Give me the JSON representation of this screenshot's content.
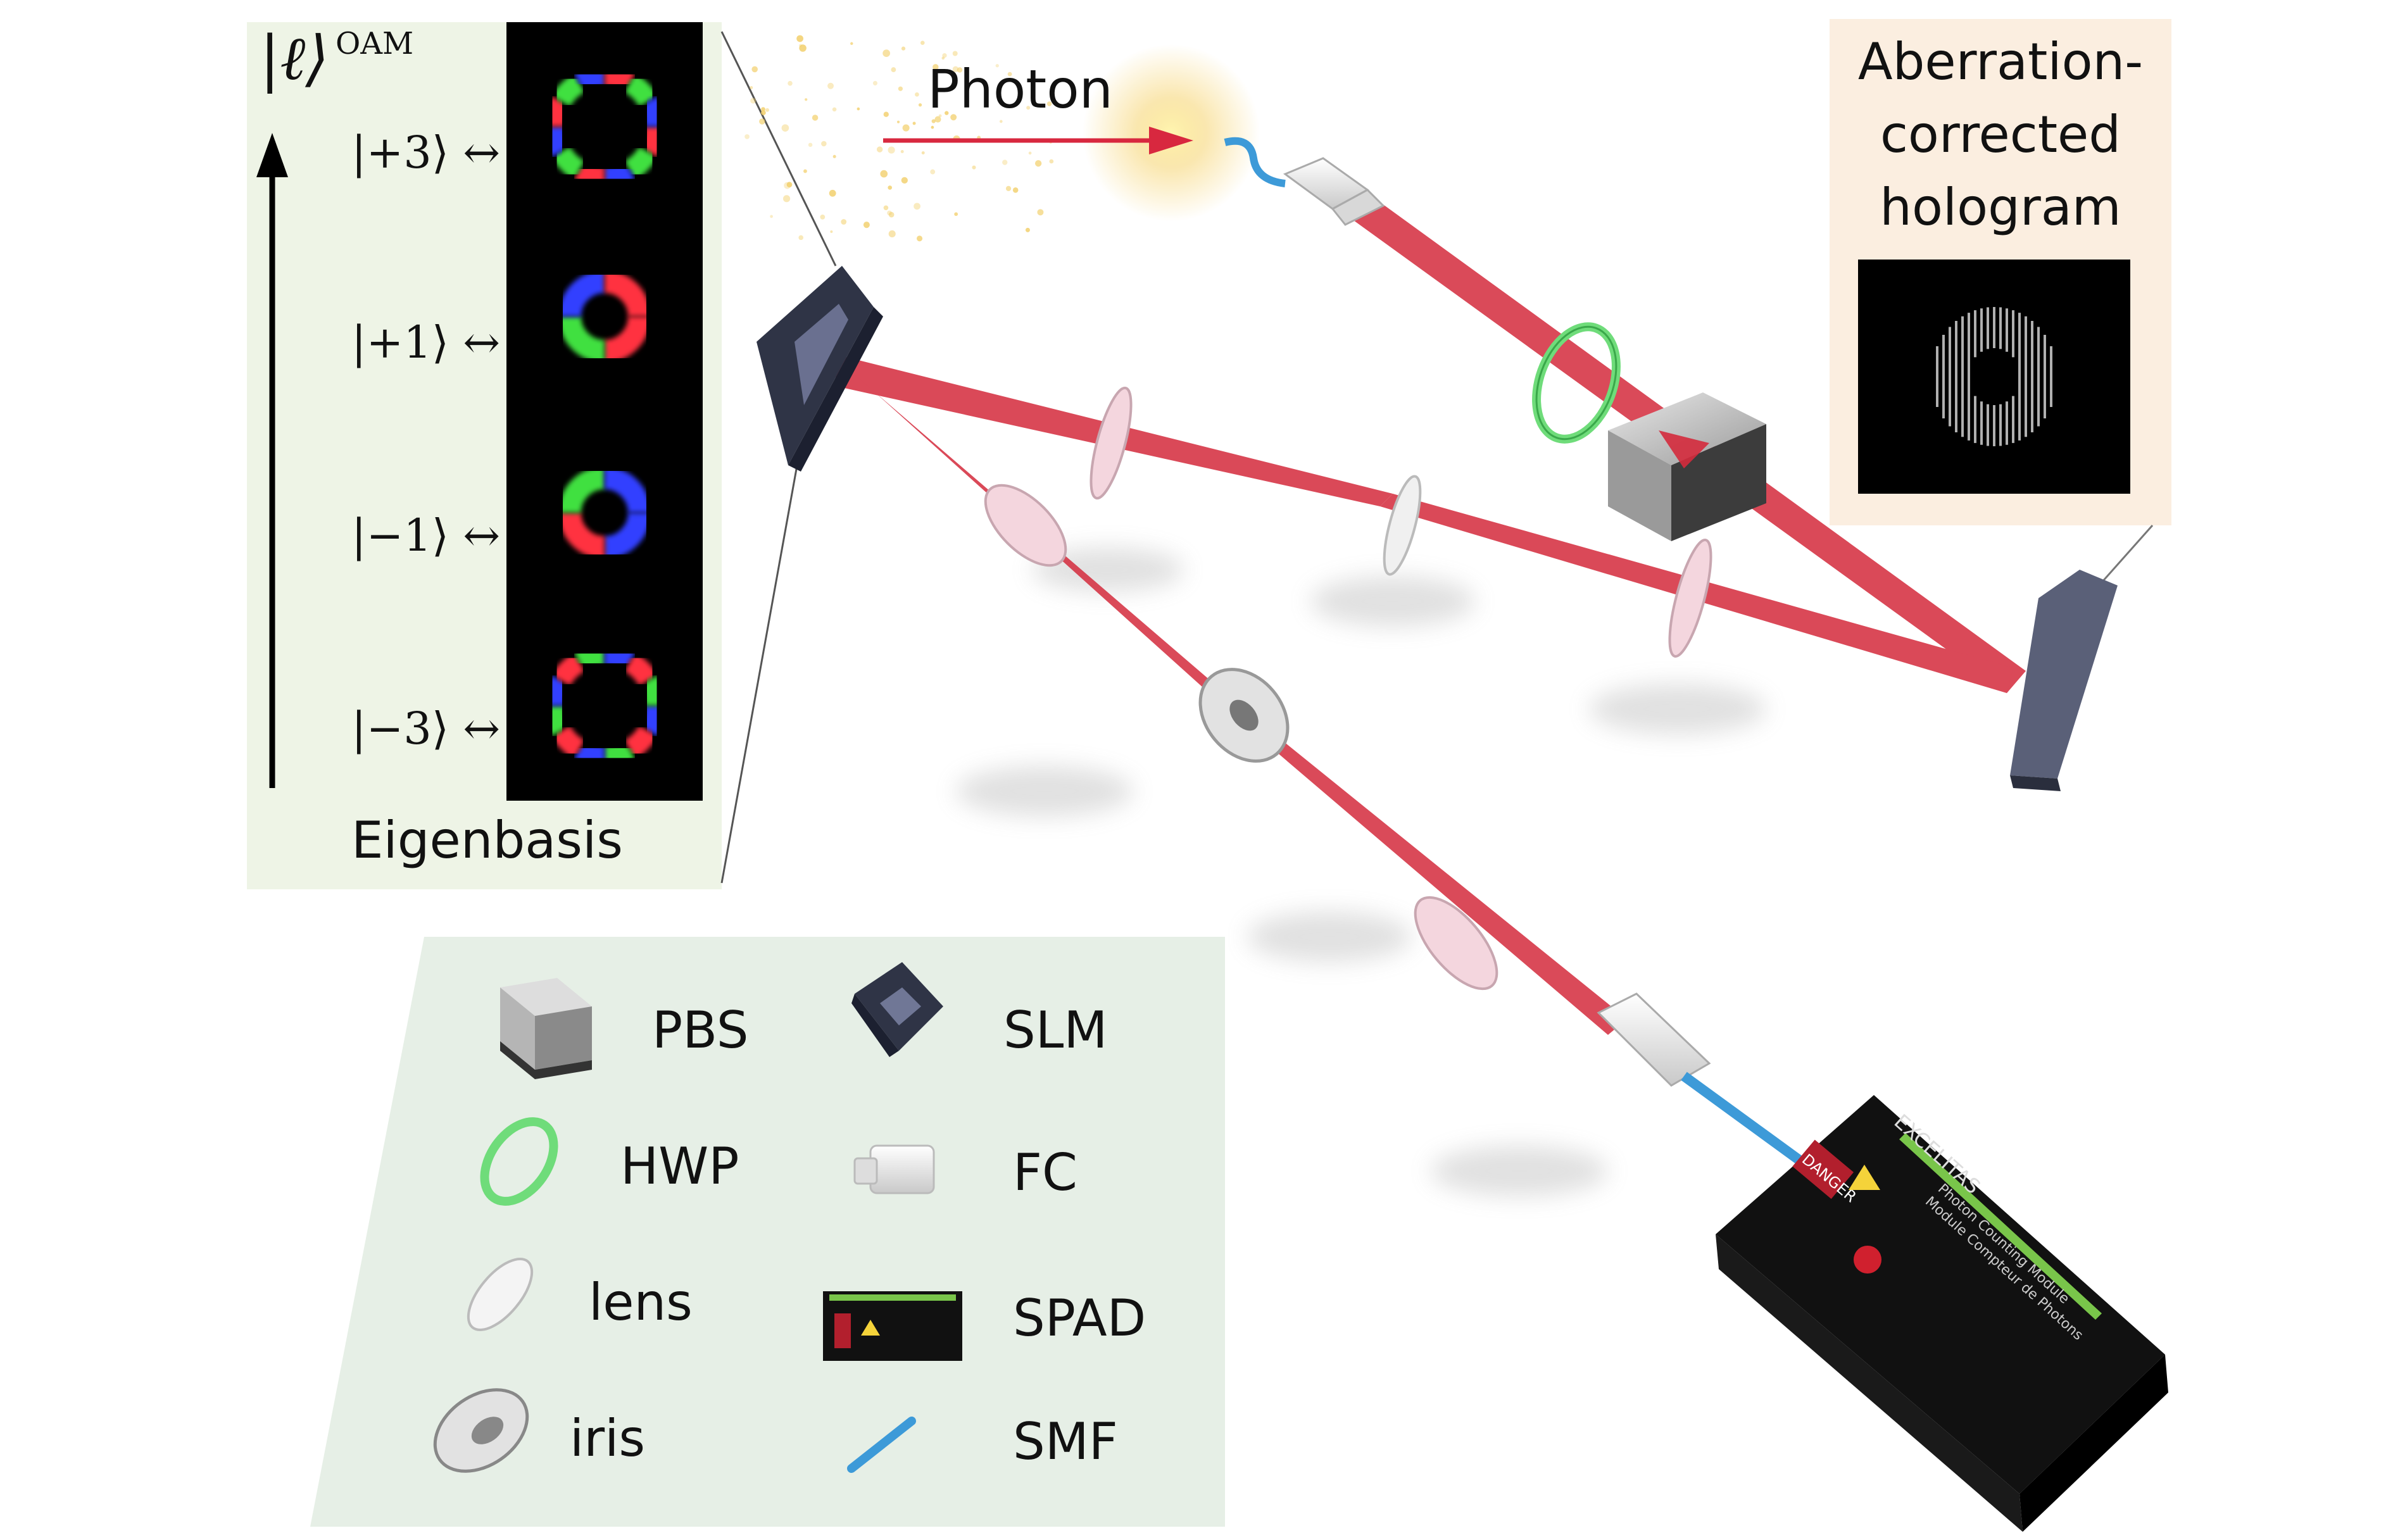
{
  "eigenbasis": {
    "axis_label": "|ℓ⟩",
    "axis_superscript": "OAM",
    "states": [
      {
        "ket": "|+3⟩ ↔",
        "ell": 3
      },
      {
        "ket": "|+1⟩ ↔",
        "ell": 1
      },
      {
        "ket": "|−1⟩ ↔",
        "ell": -1
      },
      {
        "ket": "|−3⟩ ↔",
        "ell": -3
      }
    ],
    "caption": "Eigenbasis"
  },
  "photon_label": "Photon",
  "hologram": {
    "lines": [
      "Aberration-",
      "corrected",
      "hologram"
    ]
  },
  "spad_device": {
    "brand": "EXCELITAS",
    "title_line1": "Photon Counting Module",
    "title_line2": "Module Compteur de Photons",
    "danger": "DANGER"
  },
  "legend": {
    "items": [
      {
        "key": "pbs",
        "label": "PBS"
      },
      {
        "key": "slm",
        "label": "SLM"
      },
      {
        "key": "hwp",
        "label": "HWP"
      },
      {
        "key": "fc",
        "label": "FC"
      },
      {
        "key": "lens",
        "label": "lens"
      },
      {
        "key": "spad",
        "label": "SPAD"
      },
      {
        "key": "iris",
        "label": "iris"
      },
      {
        "key": "smf",
        "label": "SMF"
      }
    ]
  },
  "colors": {
    "beam": "#d42a3c",
    "panel_bg": "#eef4e6",
    "hologram_bg": "#fbeee0",
    "slm_dark": "#3a3f55",
    "hwp_green": "#6fdc7a",
    "fiber_blue": "#3d9ad8",
    "photon_arrow": "#d8283f"
  }
}
